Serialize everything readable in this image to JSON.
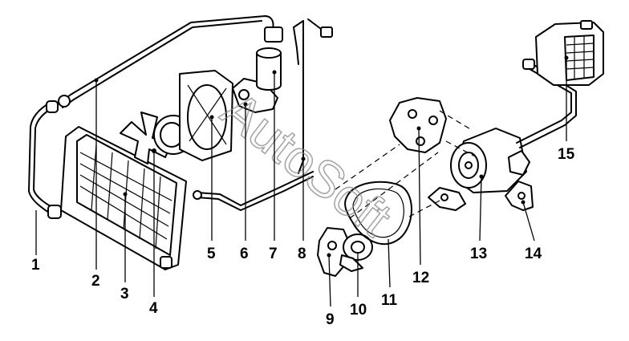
{
  "diagram": {
    "callouts": [
      "1",
      "2",
      "3",
      "4",
      "5",
      "6",
      "7",
      "8",
      "9",
      "10",
      "11",
      "12",
      "13",
      "14",
      "15"
    ],
    "watermark": "AutoSoft"
  }
}
